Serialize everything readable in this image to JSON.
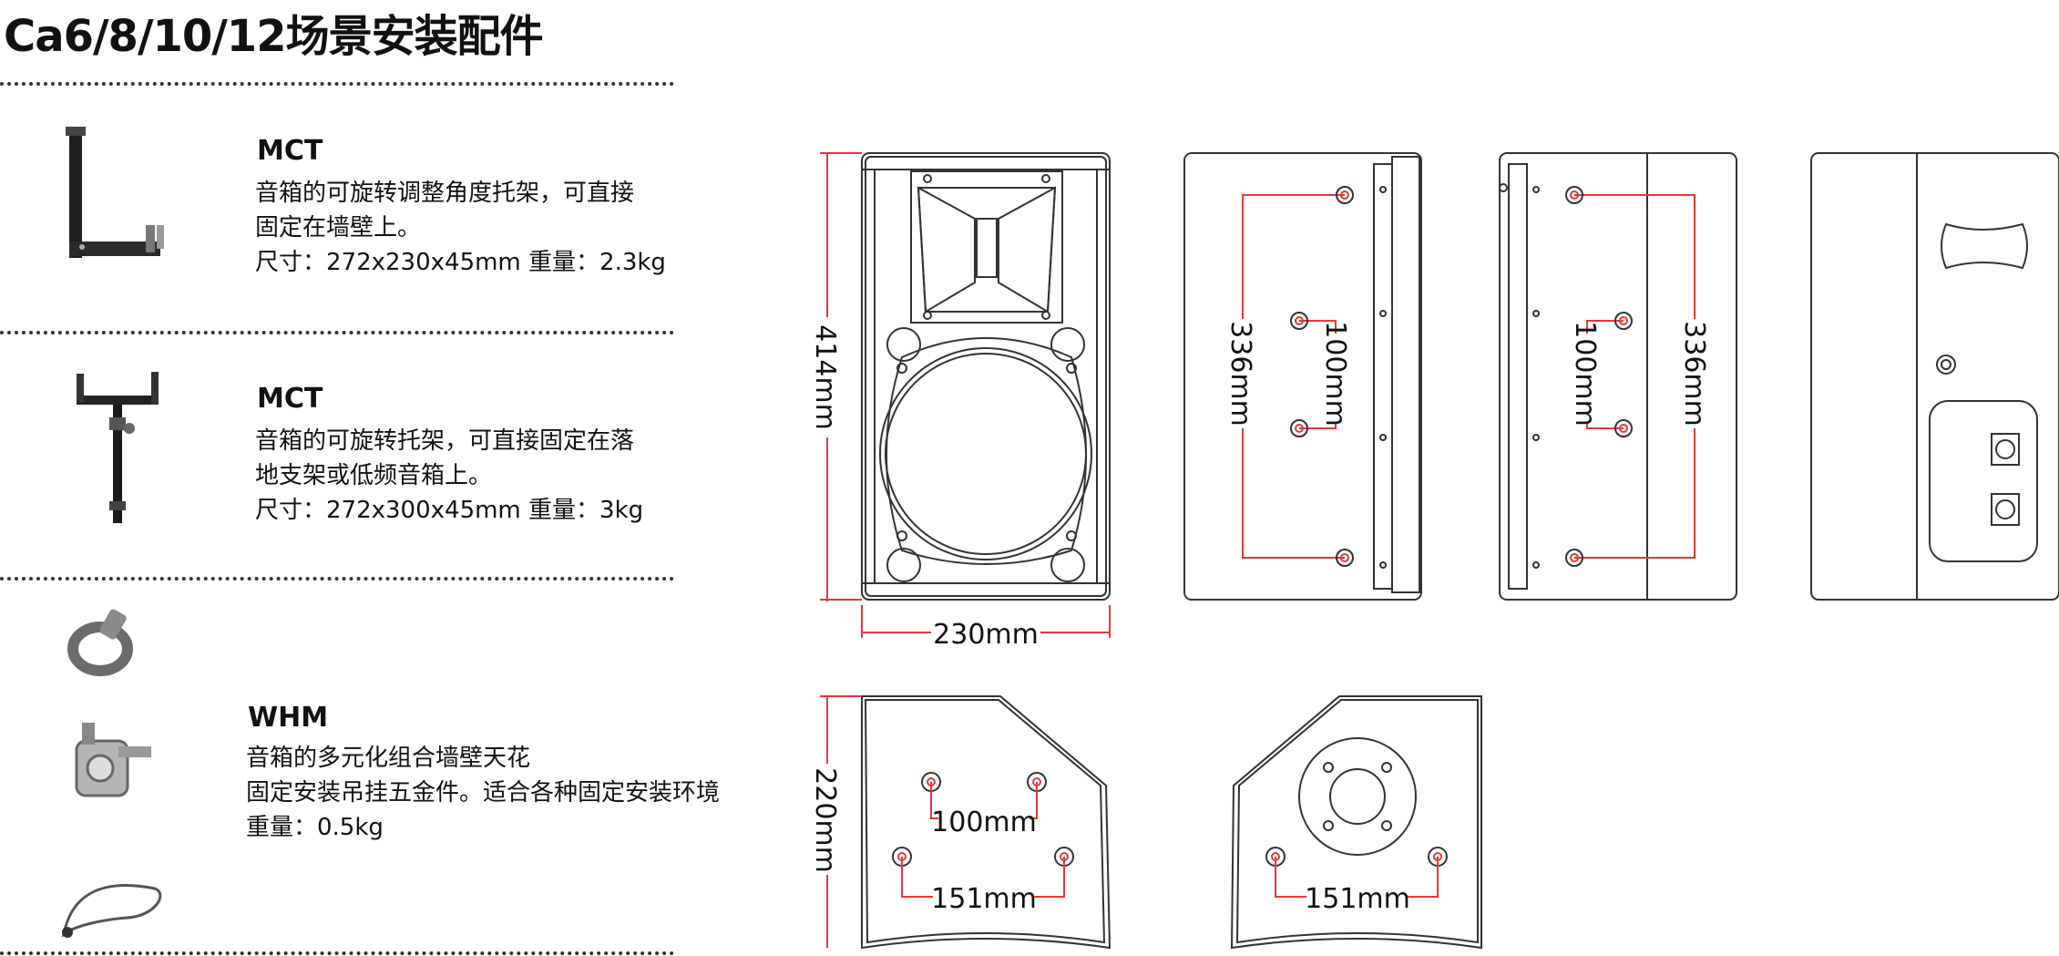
{
  "header": {
    "title": "Ca6/8/10/12场景安装配件"
  },
  "accessories": [
    {
      "name": "MCT",
      "lines": [
        "音箱的可旋转调整角度托架，可直接",
        "固定在墙壁上。",
        "尺寸：272x230x45mm    重量：2.3kg"
      ]
    },
    {
      "name": "MCT",
      "lines": [
        "音箱的可旋转托架，可直接固定在落",
        "地支架或低频音箱上。",
        "尺寸：272x300x45mm    重量：3kg"
      ]
    },
    {
      "name": "WHM",
      "lines": [
        "音箱的多元化组合墙壁天花",
        "固定安装吊挂五金件。适合各种固定安装环境",
        "重量：0.5kg"
      ]
    }
  ],
  "dimensions": {
    "front_height": "414mm",
    "front_width": "230mm",
    "side_left_outer": "336mm",
    "side_left_inner": "100mm",
    "side_right_inner": "100mm",
    "side_right_outer": "336mm",
    "bottom_depth": "220mm",
    "bottom_inner": "100mm",
    "bottom_outer": "151mm",
    "top_outer": "151mm"
  },
  "colors": {
    "dimension_line": "#e53935",
    "outline": "#333333"
  }
}
